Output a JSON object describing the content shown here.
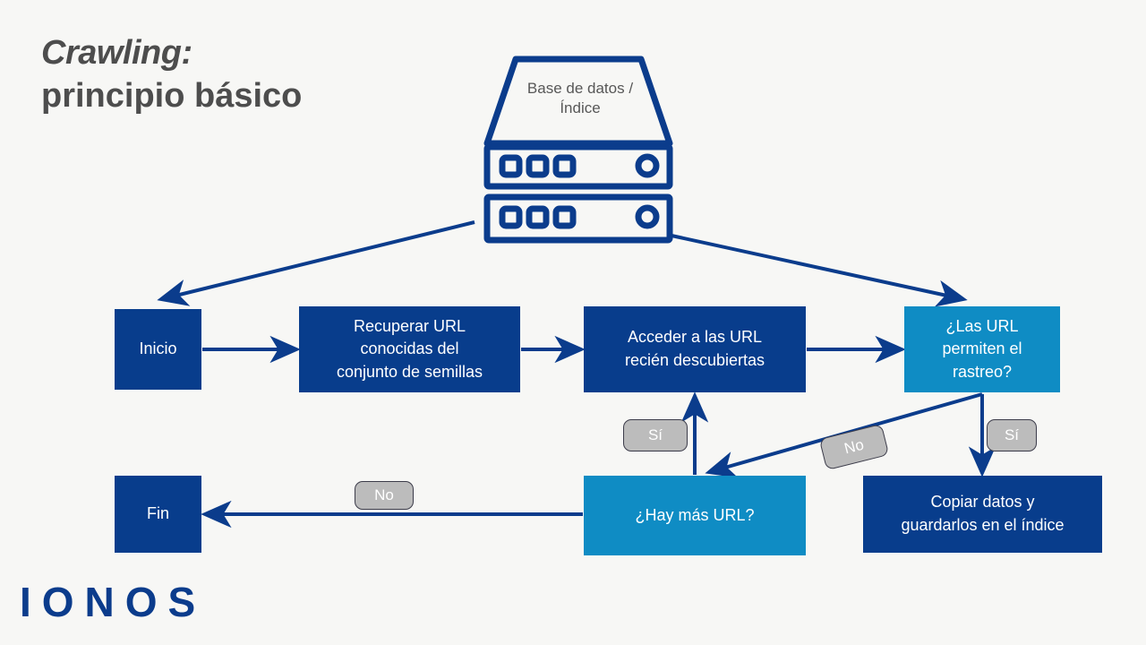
{
  "slide": {
    "background_color": "#f7f7f5",
    "title_line1": "Crawling:",
    "title_line2": "principio básico",
    "title_color": "#4d4d4d"
  },
  "database": {
    "label": "Base de datos /\nÍndice",
    "icon_name": "database-server-icon",
    "color": "#0b3c8c"
  },
  "colors": {
    "dark_blue": "#083d8c",
    "light_blue": "#0f8cc4",
    "arrow": "#0b3c8c",
    "badge_fill": "#bcbcbc",
    "badge_border": "#3c3c4a"
  },
  "flow": {
    "nodes": [
      {
        "id": "inicio",
        "label": "Inicio",
        "style": "dark"
      },
      {
        "id": "recuperar",
        "label": "Recuperar URL\nconocidas del\nconjunto de semillas",
        "style": "dark"
      },
      {
        "id": "acceder",
        "label": "Acceder a las URL\nrecién descubiertas",
        "style": "dark"
      },
      {
        "id": "permiten",
        "label": "¿Las URL\npermiten el\nrastreo?",
        "style": "light"
      },
      {
        "id": "fin",
        "label": "Fin",
        "style": "dark"
      },
      {
        "id": "hay",
        "label": "¿Hay más URL?",
        "style": "light"
      },
      {
        "id": "copiar",
        "label": "Copiar datos y\nguardarlos en el índice",
        "style": "dark"
      }
    ],
    "edge_labels": {
      "si_middle": "Sí",
      "no_diagonal": "No",
      "si_right": "Sí",
      "no_bottom": "No"
    }
  },
  "logo": {
    "text": "IONOS",
    "color": "#0b3c8c"
  }
}
